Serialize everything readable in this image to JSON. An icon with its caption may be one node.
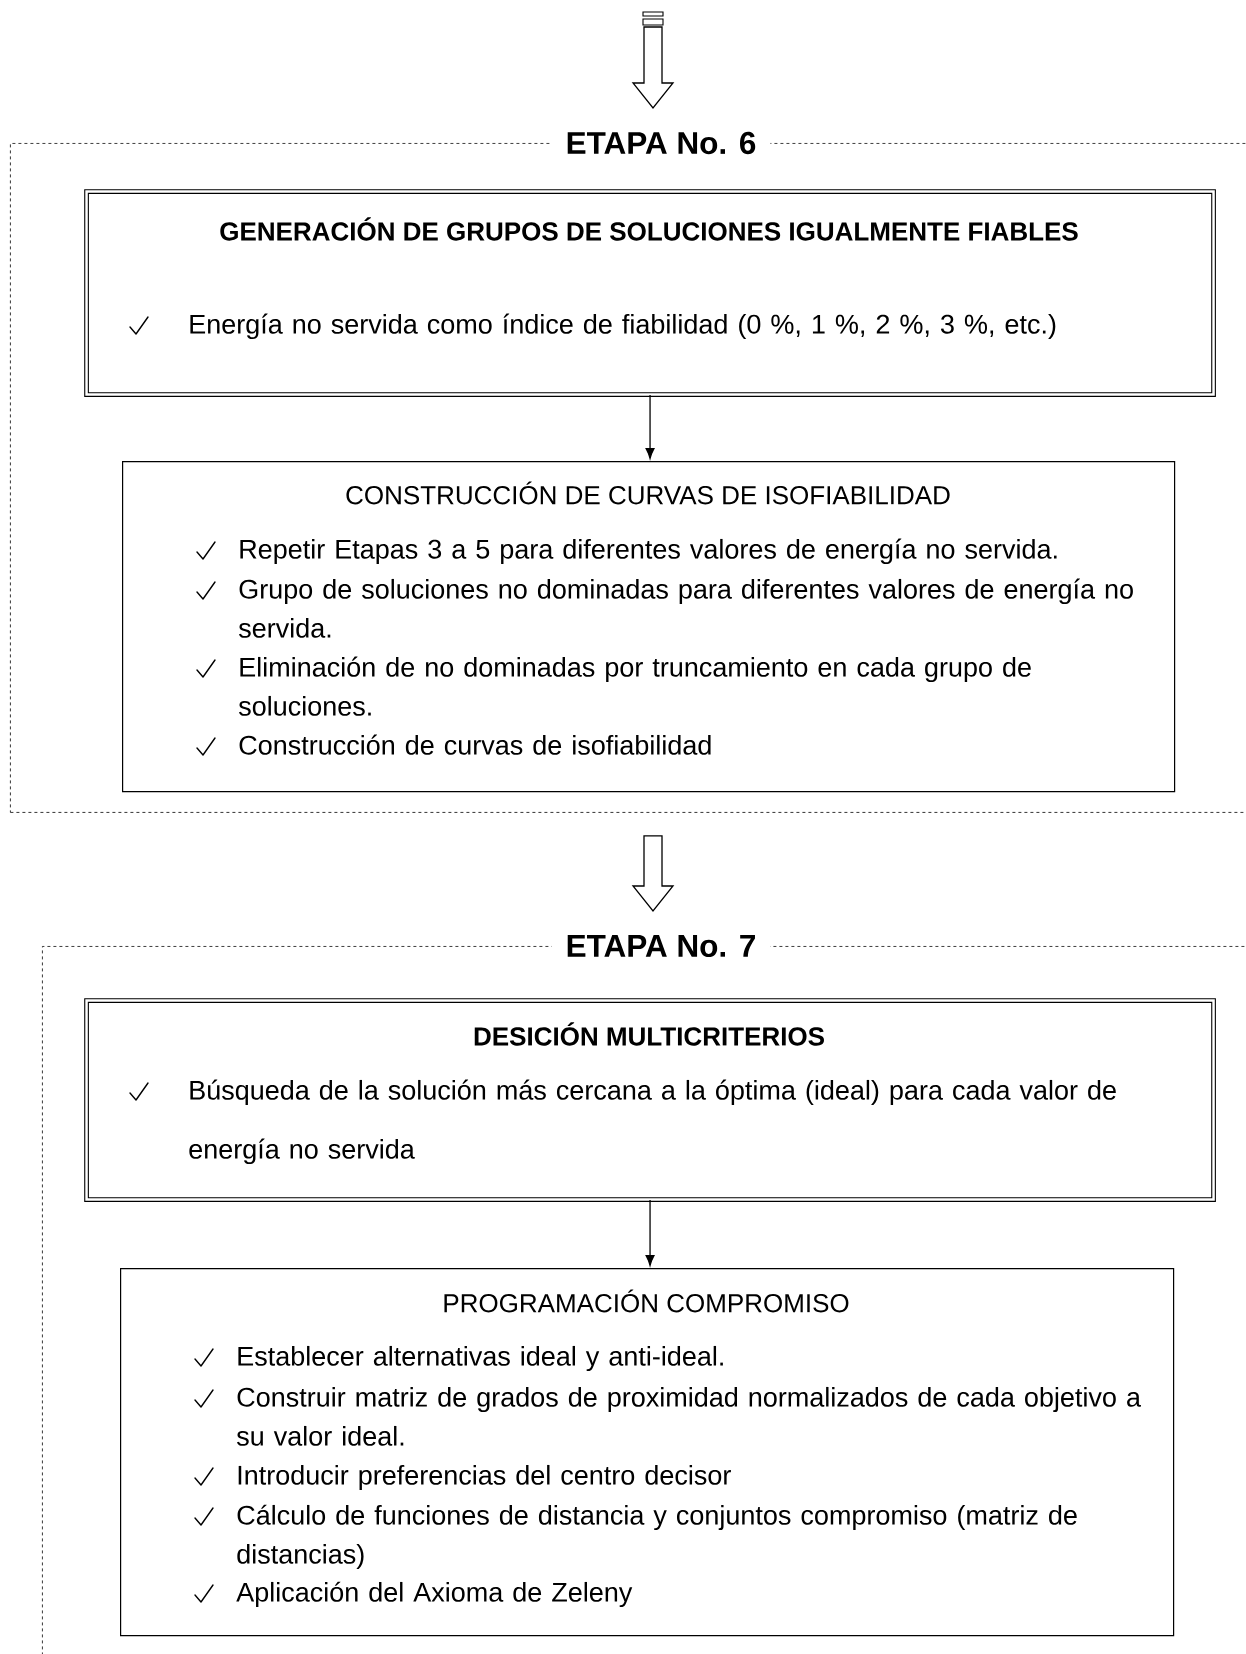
{
  "diagram": {
    "nodes": [
      {
        "text": [
          "ETAPA No. 6"
        ]
      },
      {
        "text": [
          "GENERACIÓN DE GRUPOS DE SOLUCIONES IGUALMENTE FIABLES",
          "Energía no servida como índice de fiabilidad (0 %, 1 %, 2 %, 3 %, etc.)"
        ],
        "in": 0
      },
      {
        "text": [
          "CONSTRUCCIÓN DE CURVAS DE ISOFIABILIDAD",
          "Repetir Etapas 3 a 5 para diferentes valores de energía no servida.",
          "Grupo de soluciones no dominadas para diferentes valores de energía no servida.",
          "Eliminación de no dominadas por truncamiento en cada grupo de soluciones.",
          "Construcción de curvas de isofiabilidad"
        ],
        "in": 0
      },
      {
        "text": [
          "ETAPA No. 7"
        ]
      },
      {
        "text": [
          "DESICIÓN MULTICRITERIOS",
          "Búsqueda de la solución más cercana a la óptima (ideal) para cada valor de energía no servida"
        ],
        "in": 3
      },
      {
        "text": [
          "PROGRAMACIÓN COMPROMISO",
          "Establecer alternativas ideal y anti-ideal.",
          "Construir matriz de grados de proximidad normalizados de cada objetivo a su valor ideal.",
          "Introducir preferencias del centro decisor",
          "Cálculo de funciones de distancia y conjuntos compromiso (matriz de distancias)",
          "Aplicación del Axioma de Zeleny"
        ],
        "in": 3
      }
    ],
    "edges": [
      {
        "from": null,
        "to": 0,
        "arrow": "to"
      },
      {
        "from": 1,
        "to": 2,
        "arrow": "to"
      },
      {
        "from": 0,
        "to": 3,
        "arrow": "to"
      },
      {
        "from": 4,
        "to": 5,
        "arrow": "to"
      }
    ]
  }
}
